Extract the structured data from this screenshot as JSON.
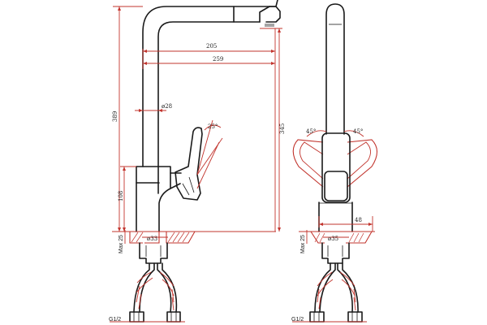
{
  "drawing": {
    "dimensions": {
      "reach_inner": "205",
      "reach_total": "259",
      "height_total": "389",
      "height_spout": "345",
      "height_body": "108",
      "spout_diameter": "ø28",
      "base_diameter_side": "ø33",
      "base_diameter_front": "ø35",
      "lever_angle": "25°",
      "rotate_left": "45°",
      "rotate_right": "45°",
      "front_width": "48"
    },
    "labels": {
      "max_thickness_side": "Max 25",
      "max_thickness_front": "Max 25",
      "thread_side": "G1/2",
      "thread_front": "G1/2"
    }
  }
}
